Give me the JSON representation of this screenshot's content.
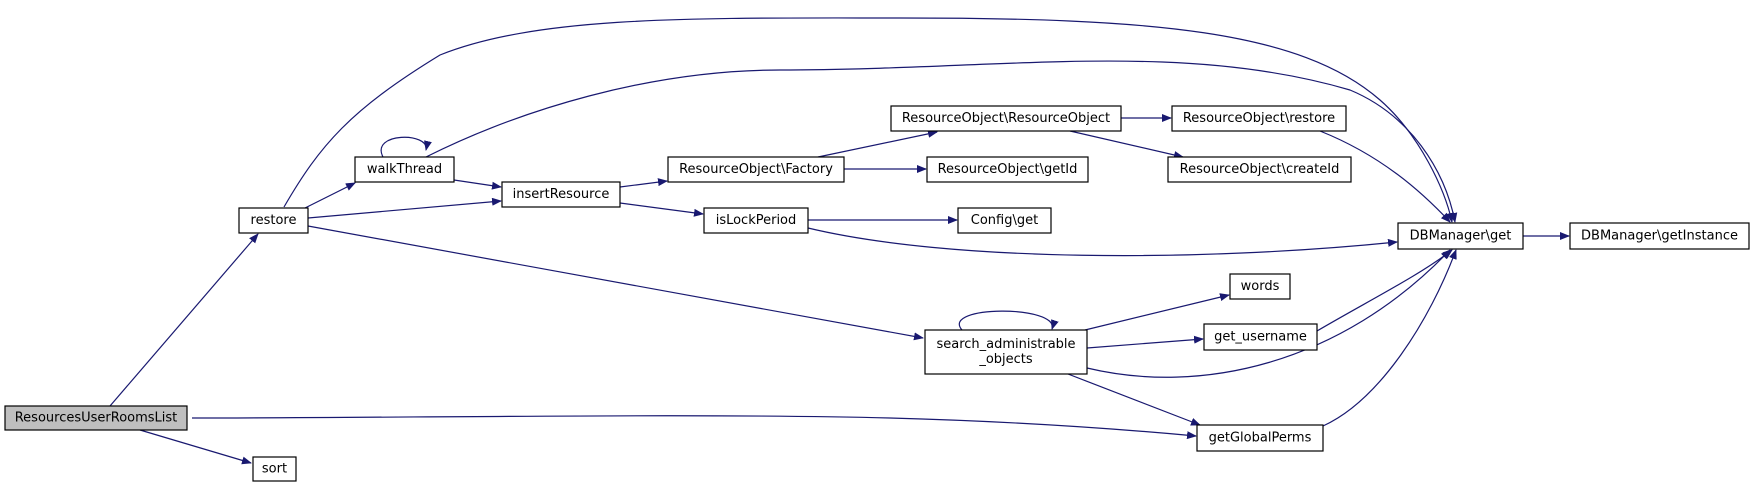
{
  "graph": {
    "edge_color": "#191970",
    "root_fill": "#bfbfbf",
    "nodes": [
      {
        "id": "ResourcesUserRoomsList",
        "lines": [
          "ResourcesUserRoomsList"
        ],
        "root": true
      },
      {
        "id": "restore",
        "lines": [
          "restore"
        ]
      },
      {
        "id": "sort",
        "lines": [
          "sort"
        ]
      },
      {
        "id": "walkThread",
        "lines": [
          "walkThread"
        ]
      },
      {
        "id": "insertResource",
        "lines": [
          "insertResource"
        ]
      },
      {
        "id": "search_administrable_objects",
        "lines": [
          "search_administrable",
          "_objects"
        ]
      },
      {
        "id": "getGlobalPerms",
        "lines": [
          "getGlobalPerms"
        ]
      },
      {
        "id": "ResourceObject\\Factory",
        "lines": [
          "ResourceObject\\Factory"
        ]
      },
      {
        "id": "isLockPeriod",
        "lines": [
          "isLockPeriod"
        ]
      },
      {
        "id": "ResourceObject\\ResourceObject",
        "lines": [
          "ResourceObject\\ResourceObject"
        ]
      },
      {
        "id": "ResourceObject\\getId",
        "lines": [
          "ResourceObject\\getId"
        ]
      },
      {
        "id": "Config\\get",
        "lines": [
          "Config\\get"
        ]
      },
      {
        "id": "ResourceObject\\restore",
        "lines": [
          "ResourceObject\\restore"
        ]
      },
      {
        "id": "ResourceObject\\createId",
        "lines": [
          "ResourceObject\\createId"
        ]
      },
      {
        "id": "words",
        "lines": [
          "words"
        ]
      },
      {
        "id": "get_username",
        "lines": [
          "get_username"
        ]
      },
      {
        "id": "DBManager\\get",
        "lines": [
          "DBManager\\get"
        ]
      },
      {
        "id": "DBManager\\getInstance",
        "lines": [
          "DBManager\\getInstance"
        ]
      }
    ],
    "edges": [
      [
        "ResourcesUserRoomsList",
        "restore"
      ],
      [
        "ResourcesUserRoomsList",
        "sort"
      ],
      [
        "ResourcesUserRoomsList",
        "getGlobalPerms"
      ],
      [
        "restore",
        "walkThread"
      ],
      [
        "restore",
        "insertResource"
      ],
      [
        "restore",
        "DBManager\\get"
      ],
      [
        "restore",
        "search_administrable_objects"
      ],
      [
        "walkThread",
        "walkThread"
      ],
      [
        "walkThread",
        "insertResource"
      ],
      [
        "walkThread",
        "DBManager\\get"
      ],
      [
        "insertResource",
        "ResourceObject\\Factory"
      ],
      [
        "insertResource",
        "isLockPeriod"
      ],
      [
        "ResourceObject\\Factory",
        "ResourceObject\\ResourceObject"
      ],
      [
        "ResourceObject\\Factory",
        "ResourceObject\\getId"
      ],
      [
        "ResourceObject\\ResourceObject",
        "ResourceObject\\restore"
      ],
      [
        "ResourceObject\\ResourceObject",
        "ResourceObject\\createId"
      ],
      [
        "ResourceObject\\restore",
        "DBManager\\get"
      ],
      [
        "isLockPeriod",
        "Config\\get"
      ],
      [
        "isLockPeriod",
        "DBManager\\get"
      ],
      [
        "search_administrable_objects",
        "search_administrable_objects"
      ],
      [
        "search_administrable_objects",
        "words"
      ],
      [
        "search_administrable_objects",
        "get_username"
      ],
      [
        "search_administrable_objects",
        "DBManager\\get"
      ],
      [
        "search_administrable_objects",
        "getGlobalPerms"
      ],
      [
        "get_username",
        "DBManager\\get"
      ],
      [
        "getGlobalPerms",
        "DBManager\\get"
      ],
      [
        "DBManager\\get",
        "DBManager\\getInstance"
      ]
    ]
  }
}
